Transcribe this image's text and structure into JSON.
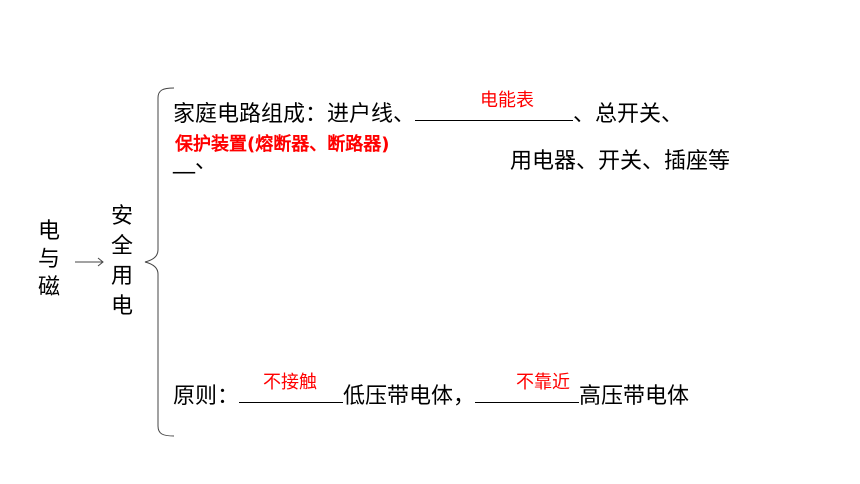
{
  "root": {
    "chars": [
      "电",
      "与",
      "磁"
    ]
  },
  "topic": {
    "chars": [
      "安",
      "全",
      "用",
      "电"
    ]
  },
  "composition": {
    "line1_text": "家庭电路组成：进户线、",
    "line1_after": "、总开关、",
    "answer1": "电能表",
    "answer2": "保护装置(熔断器、断路器)",
    "line2_prefix": "__、",
    "line2_suffix": "用电器、开关、插座等"
  },
  "principle": {
    "label": "原则：",
    "after_blank1": "低压带电体，",
    "after_blank2": "高压带电体",
    "answer1": "不接触",
    "answer2": "不靠近"
  }
}
